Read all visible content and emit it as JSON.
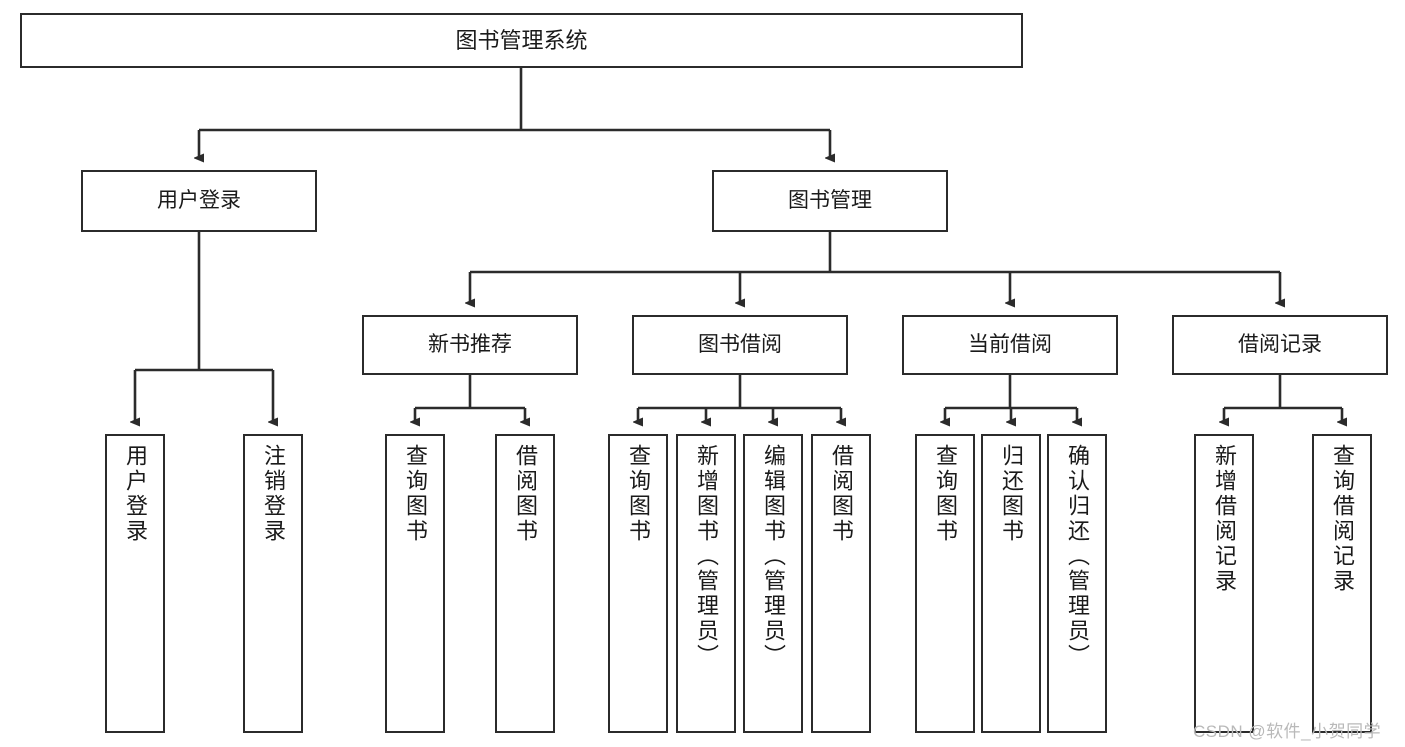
{
  "diagram": {
    "title": "图书管理系统",
    "type": "tree-hierarchy-diagram",
    "background_color": "#ffffff",
    "line_color": "#2b2b2b",
    "text_color": "#1a1a1a"
  },
  "nodes": {
    "root": {
      "label": "图书管理系统"
    },
    "level2": [
      {
        "label": "用户登录"
      },
      {
        "label": "图书管理"
      }
    ],
    "level3": [
      {
        "label": "新书推荐"
      },
      {
        "label": "图书借阅"
      },
      {
        "label": "当前借阅"
      },
      {
        "label": "借阅记录"
      }
    ],
    "leaves": {
      "user_login": [
        {
          "label": "用户登录"
        },
        {
          "label": "注销登录"
        }
      ],
      "new_book_recommend": [
        {
          "label": "查询图书"
        },
        {
          "label": "借阅图书"
        }
      ],
      "book_borrow": [
        {
          "label": "查询图书"
        },
        {
          "label": "新增图书（管理员）"
        },
        {
          "label": "编辑图书（管理员）"
        },
        {
          "label": "借阅图书"
        }
      ],
      "current_borrow": [
        {
          "label": "查询图书"
        },
        {
          "label": "归还图书"
        },
        {
          "label": "确认归还（管理员）"
        }
      ],
      "borrow_record": [
        {
          "label": "新增借阅记录"
        },
        {
          "label": "查询借阅记录"
        }
      ]
    }
  },
  "watermark": {
    "text": "CSDN @软件_小贺同学"
  }
}
